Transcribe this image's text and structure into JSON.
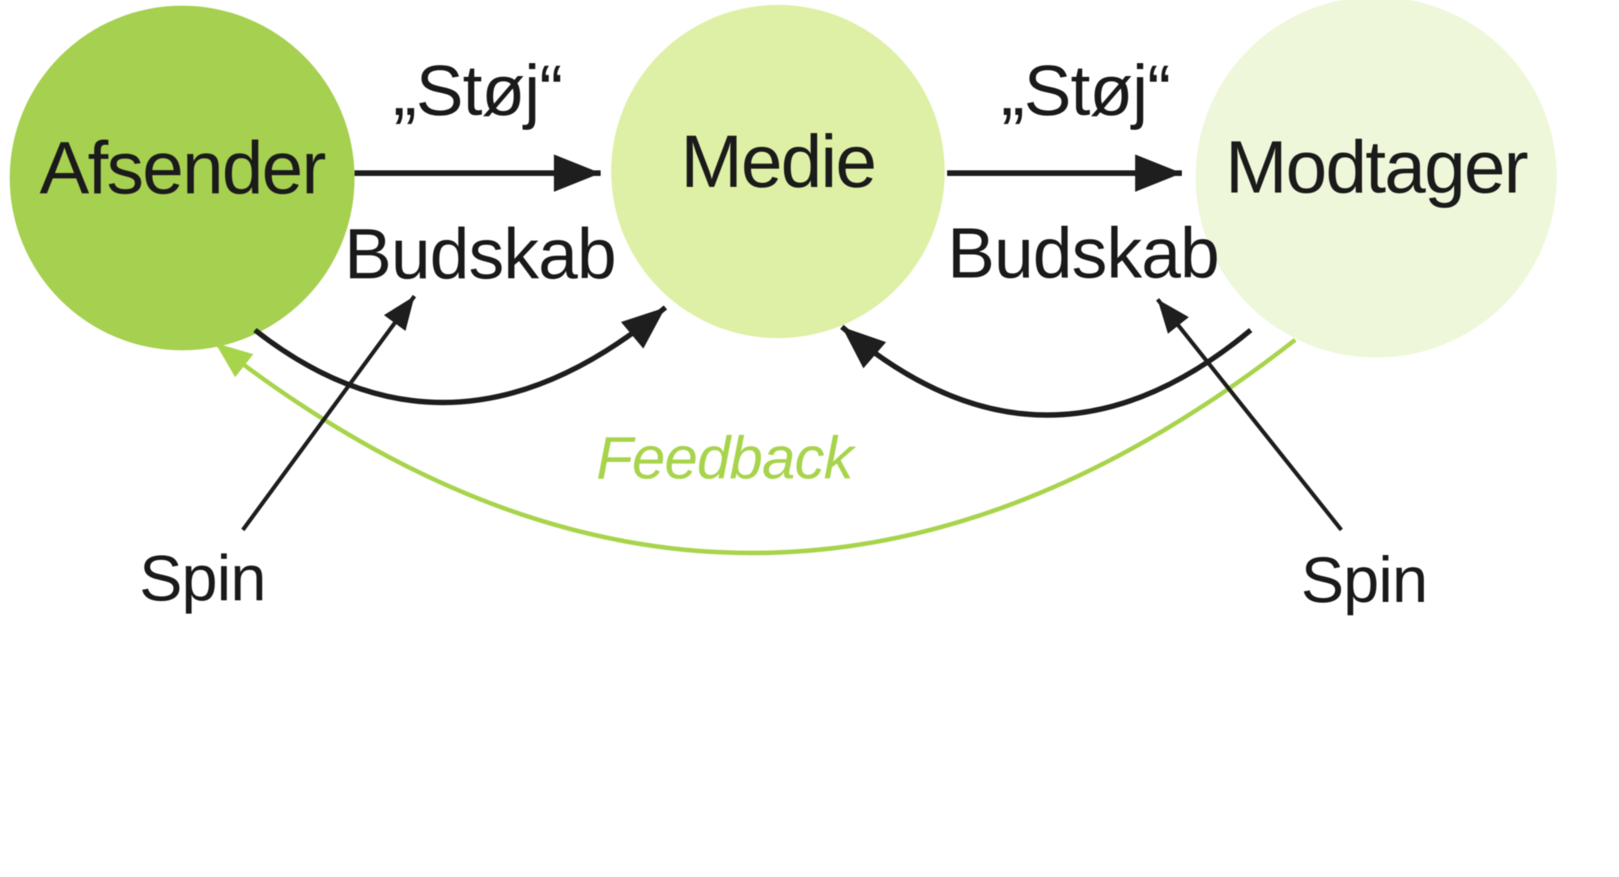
{
  "diagram": {
    "nodes": [
      {
        "id": "afsender",
        "label": "Afsender",
        "fill": "#a6d050"
      },
      {
        "id": "medie",
        "label": "Medie",
        "fill": "#def0a5"
      },
      {
        "id": "modtager",
        "label": "Modtager",
        "fill": "#eef7d9"
      }
    ],
    "edge_labels": {
      "noise_1": "„Støj“",
      "noise_2": "„Støj“",
      "message_1": "Budskab",
      "message_2": "Budskab",
      "feedback": "Feedback",
      "spin_1": "Spin",
      "spin_2": "Spin"
    },
    "colors": {
      "arrow_black": "#1e1e1e",
      "feedback_green": "#a8d44c",
      "text_black": "#1a1a1a",
      "background": "#ffffff"
    }
  }
}
